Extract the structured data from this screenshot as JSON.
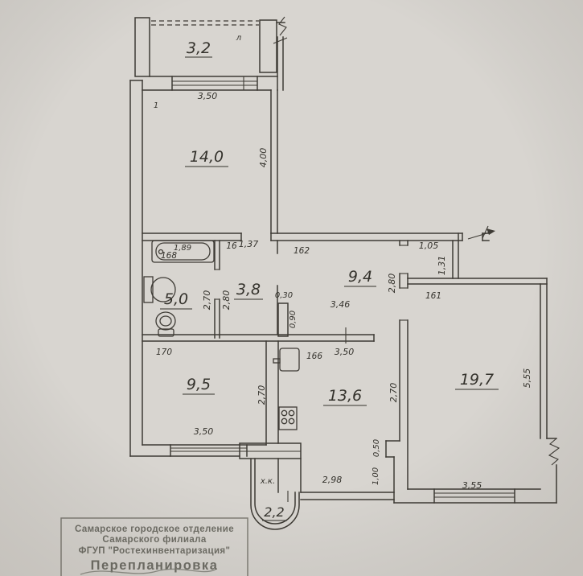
{
  "plan": {
    "balcony_top": {
      "area": "3,2",
      "marker": "л"
    },
    "living": {
      "number": "1",
      "area": "14,0",
      "width": "3,50",
      "height": "4,00"
    },
    "bathroom": {
      "area": "5,0",
      "inv": "168",
      "tub_len": "1,89",
      "height": "2,70"
    },
    "wc_corridor": {
      "area": "3,8",
      "inv": "16",
      "width": "1,37",
      "height": "2,80"
    },
    "hall": {
      "area": "9,4",
      "inv": "162",
      "width": "3,46",
      "height": "2,80",
      "duct_w": "0,30",
      "duct_h": "0,90"
    },
    "closet": {
      "width": "1,05",
      "height": "1,31"
    },
    "room_19_7": {
      "area": "19,7",
      "inv": "161",
      "width": "3,55",
      "height": "5,55"
    },
    "kitchen": {
      "area": "13,6",
      "inv": "166",
      "width": "3,50",
      "height": "2,70",
      "bottom_width": "2,98",
      "step_small": "0,50",
      "step_large": "1,00"
    },
    "bedroom": {
      "area": "9,5",
      "inv": "170",
      "width": "3,50",
      "height": "2,70"
    },
    "balcony_bottom": {
      "area": "2,2",
      "marker": "х.к."
    }
  },
  "stamp": {
    "line1": "Самарское городское отделение",
    "line2": "Самарского филиала",
    "line3": "ФГУП \"Ростехинвентаризация\"",
    "title": "Перепланировка"
  }
}
